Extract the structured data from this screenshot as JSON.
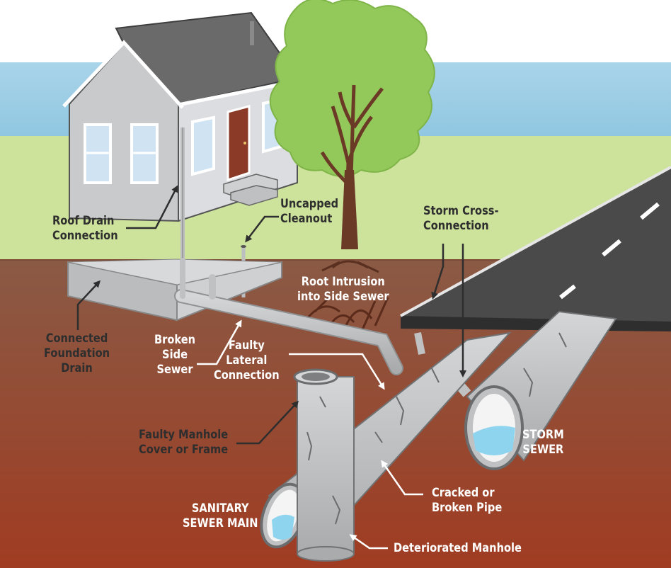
{
  "labels": {
    "roof_drain_connection": "Roof Drain\nConnection",
    "uncapped_cleanout": "Uncapped\nCleanout",
    "storm_cross_connection": "Storm Cross-\nConnection",
    "root_intrusion": "Root Intrusion\ninto Side Sewer",
    "connected_foundation_drain": "Connected\nFoundation\nDrain",
    "broken_side_sewer": "Broken\nSide\nSewer",
    "faulty_lateral_connection": "Faulty\nLateral\nConnection",
    "faulty_manhole_cover": "Faulty Manhole\nCover or Frame",
    "storm_sewer": "STORM\nSEWER",
    "cracked_broken_pipe": "Cracked or\nBroken Pipe",
    "sanitary_sewer_main": "SANITARY\nSEWER MAIN",
    "deteriorated_manhole": "Deteriorated Manhole"
  },
  "colors": {
    "sky": "#8fc6e0",
    "grass": "#cde39c",
    "soil_top": "#8a5a45",
    "soil_bottom": "#9c3d24",
    "pipe": "#bfc1c2",
    "house_wall": "#d3d4d6",
    "roof": "#6a6a6a",
    "door": "#8a3a26",
    "road": "#4a4a4a",
    "water": "#8fd4ee",
    "tree_foliage": "#93c95a",
    "trunk": "#6b3a26"
  }
}
